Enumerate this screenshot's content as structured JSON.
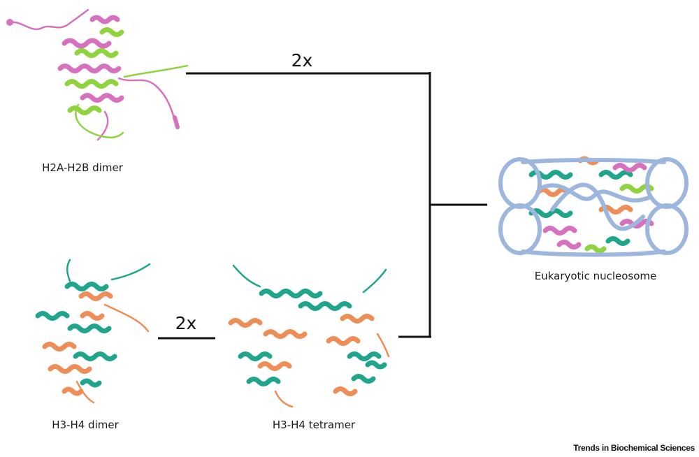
{
  "labels": {
    "h2a_h2b_dimer": "H2A-H2B dimer",
    "h3_h4_dimer": "H3-H4 dimer",
    "h3_h4_tetramer": "H3-H4 tetramer",
    "nucleosome": "Eukaryotic nucleosome"
  },
  "multipliers": {
    "top": "2x",
    "bottom": "2x"
  },
  "credit": "Trends in Biochemical Sciences",
  "colors": {
    "h2a": "#d771bd",
    "h2b": "#8fd33f",
    "h3": "#1fa58b",
    "h4": "#ee8e56",
    "dna": "#9db6de",
    "line": "#111111"
  }
}
